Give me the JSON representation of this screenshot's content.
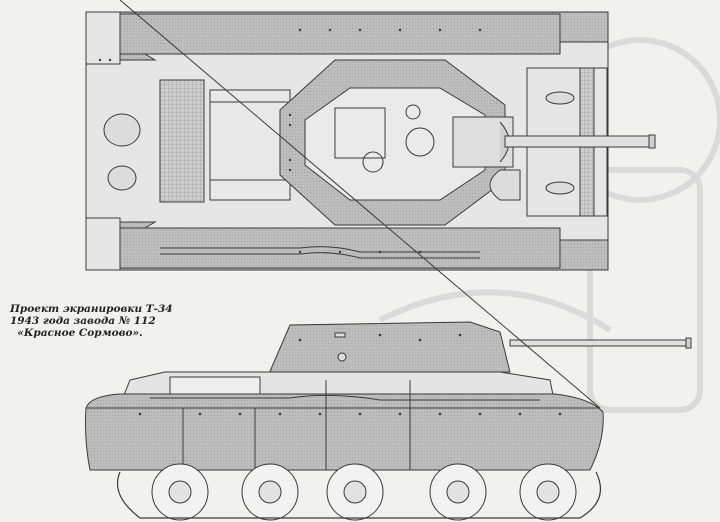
{
  "caption": {
    "line1": "Проект экранировки Т-34",
    "line2": "1943 года завода № 112",
    "line3": "«Красное Сормово»."
  },
  "drawing": {
    "subject": "T-34 tank with screening armor",
    "views": [
      "top-view",
      "side-view"
    ],
    "colors": {
      "background": "#f1f1f0",
      "armor_fill": "#b9b9b9",
      "hull_fill": "#e4e4e4",
      "line": "#3a3a3a",
      "watermark": "#dcdcdc"
    }
  }
}
